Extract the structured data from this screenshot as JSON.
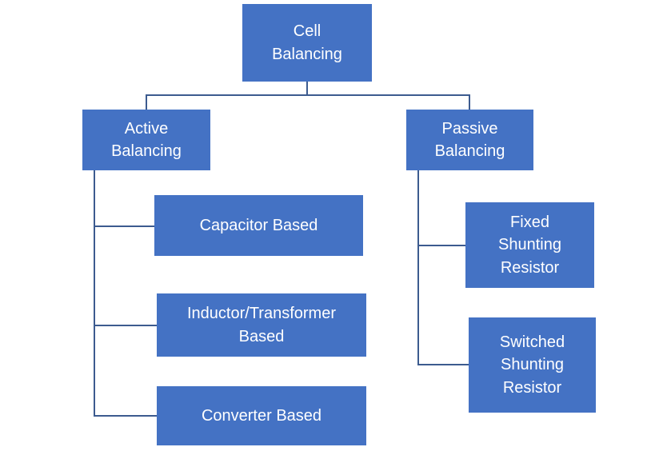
{
  "diagram": {
    "type": "tree",
    "root": {
      "label": "Cell\nBalancing",
      "children": [
        {
          "label": "Active\nBalancing",
          "children": [
            {
              "label": "Capacitor Based"
            },
            {
              "label": "Inductor/Transformer\nBased"
            },
            {
              "label": "Converter Based"
            }
          ]
        },
        {
          "label": "Passive\nBalancing",
          "children": [
            {
              "label": "Fixed\nShunting\nResistor"
            },
            {
              "label": "Switched\nShunting\nResistor"
            }
          ]
        }
      ]
    }
  },
  "colors": {
    "node_fill": "#4472C4",
    "node_text": "#FFFFFF",
    "connector": "#3C5B8F",
    "background": "#FFFFFF"
  }
}
